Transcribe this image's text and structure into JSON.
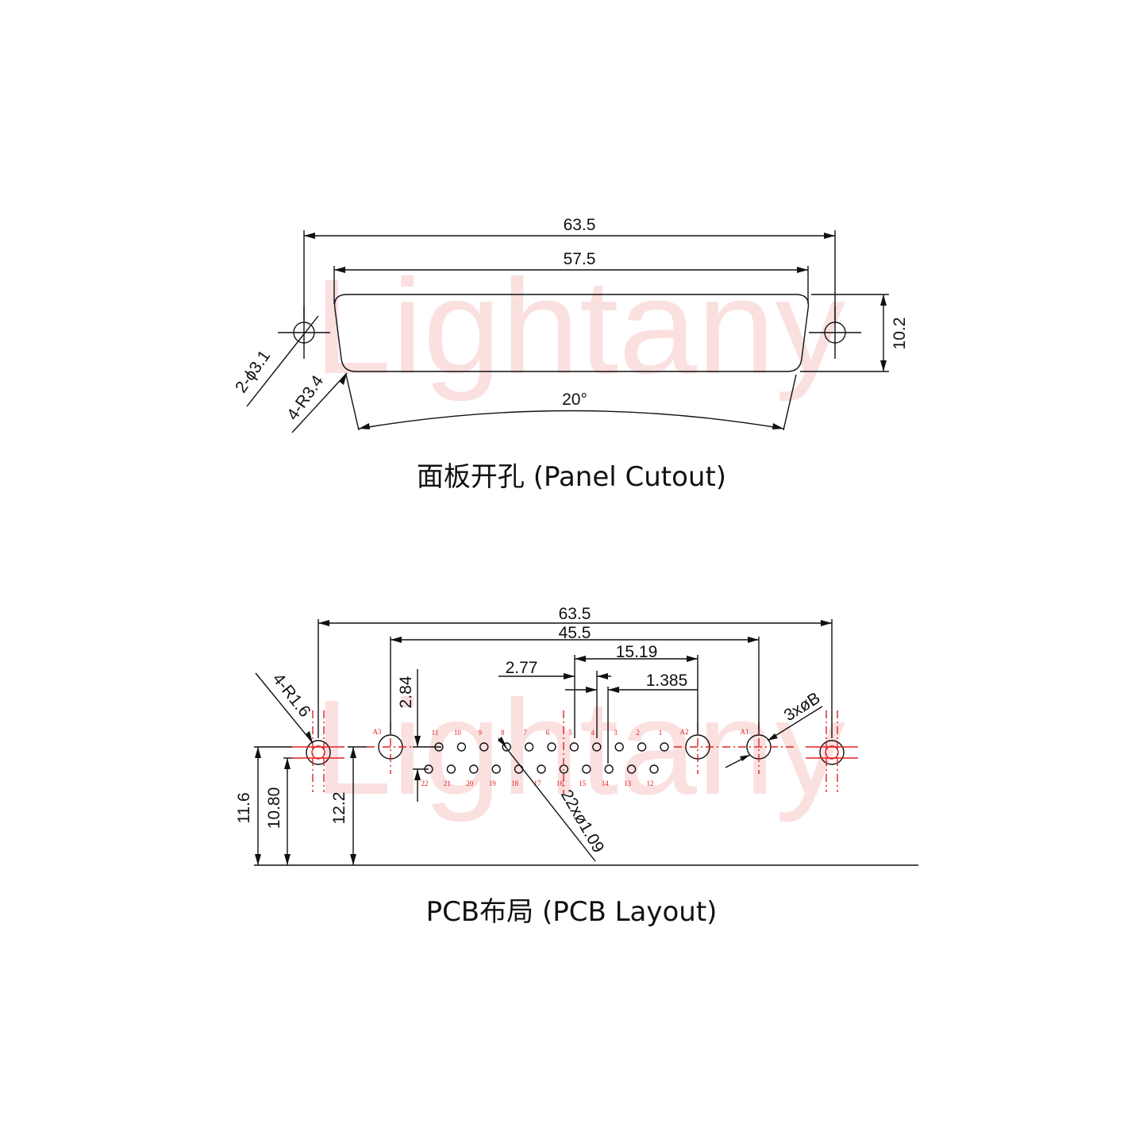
{
  "watermark": "Lightany",
  "panel_cutout": {
    "caption": "面板开孔 (Panel Cutout)",
    "dim_overall": "63.5",
    "dim_shell": "57.5",
    "dim_height": "10.2",
    "dim_holes": "2-ϕ3.1",
    "dim_radius": "4-R3.4",
    "dim_angle": "20°"
  },
  "pcb_layout": {
    "caption": "PCB布局 (PCB Layout)",
    "dim_overall": "63.5",
    "dim_a_holes": "45.5",
    "dim_pin_span": "15.19",
    "dim_pitch": "2.77",
    "dim_half_pitch": "1.385",
    "dim_row_spacing": "2.84",
    "dim_radius": "4-R1.6",
    "dim_a_dia": "3xøB",
    "dim_pin_dia": "22xø1.09",
    "dim_h1": "11.6",
    "dim_h2": "10.80",
    "dim_h3": "12.2",
    "label_a1": "A1",
    "label_a2": "A2",
    "label_a3": "A3",
    "row1_pins": [
      "11",
      "10",
      "9",
      "8",
      "7",
      "6",
      "5",
      "4",
      "3",
      "2",
      "1"
    ],
    "row2_pins": [
      "22",
      "21",
      "20",
      "19",
      "18",
      "17",
      "16",
      "15",
      "14",
      "13",
      "12"
    ]
  },
  "colors": {
    "line": "#111111",
    "accent": "#e02020",
    "watermark": "#f8c8c8"
  }
}
